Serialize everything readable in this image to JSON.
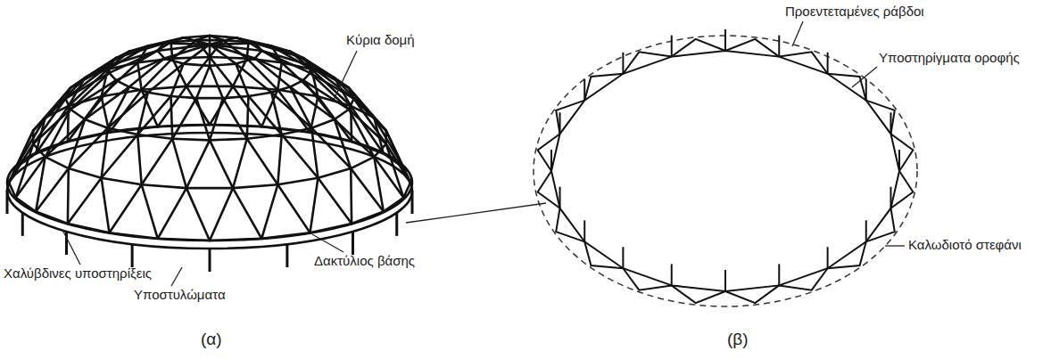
{
  "diagram": {
    "labels": [
      "Κύρια δομή",
      "Χαλύβδινες υποστηρίξεις",
      "Υποστυλώματα",
      "Δακτύλιος βάσης",
      "Προεντεταμένες ράβδοι",
      "Υποστηρίγματα οροφής",
      "Καλωδιοτό στεφάνι",
      "(α)",
      "(β)"
    ]
  }
}
